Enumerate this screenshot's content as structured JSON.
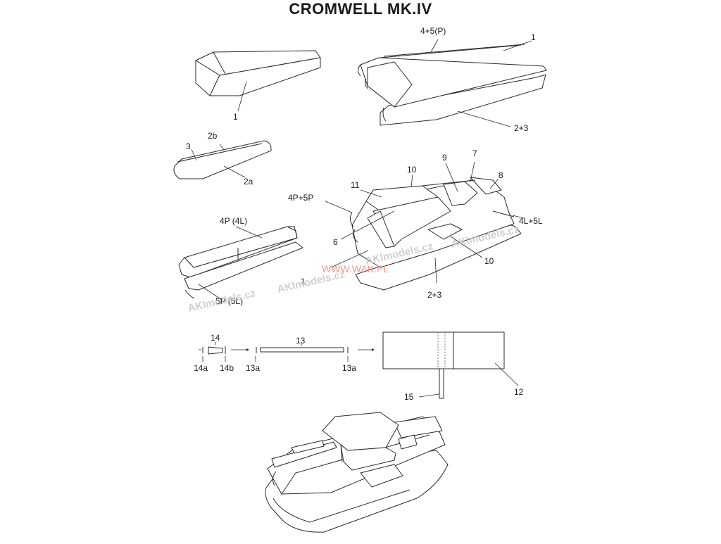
{
  "title": "CROMWELL MK.IV",
  "labels": {
    "l1a": "1",
    "l1b": "4+5(P)",
    "l1c": "1",
    "l23a": "2+3",
    "l2b": "2b",
    "l3": "3",
    "l2a": "2a",
    "l10a": "10",
    "l9": "9",
    "l7": "7",
    "l11": "11",
    "l8": "8",
    "l4p5p": "4P+5P",
    "l4l5l": "4L+5L",
    "l6": "6",
    "l10b": "10",
    "l1d": "1",
    "l23b": "2+3",
    "l4p4l": "4P (4L)",
    "l5p5l": "5P (5L)",
    "l14": "14",
    "l13": "13",
    "l14a": "14a",
    "l14b": "14b",
    "l13a1": "13a",
    "l13a2": "13a",
    "l12": "12",
    "l15": "15"
  },
  "watermarks": {
    "wm1": "AKImodels.cz",
    "wm2": "AKImodels.cz",
    "wm3": "AKImodels.cz",
    "wm4": "AKImodels.cz",
    "wm5": "WWW.WAK.PL"
  }
}
